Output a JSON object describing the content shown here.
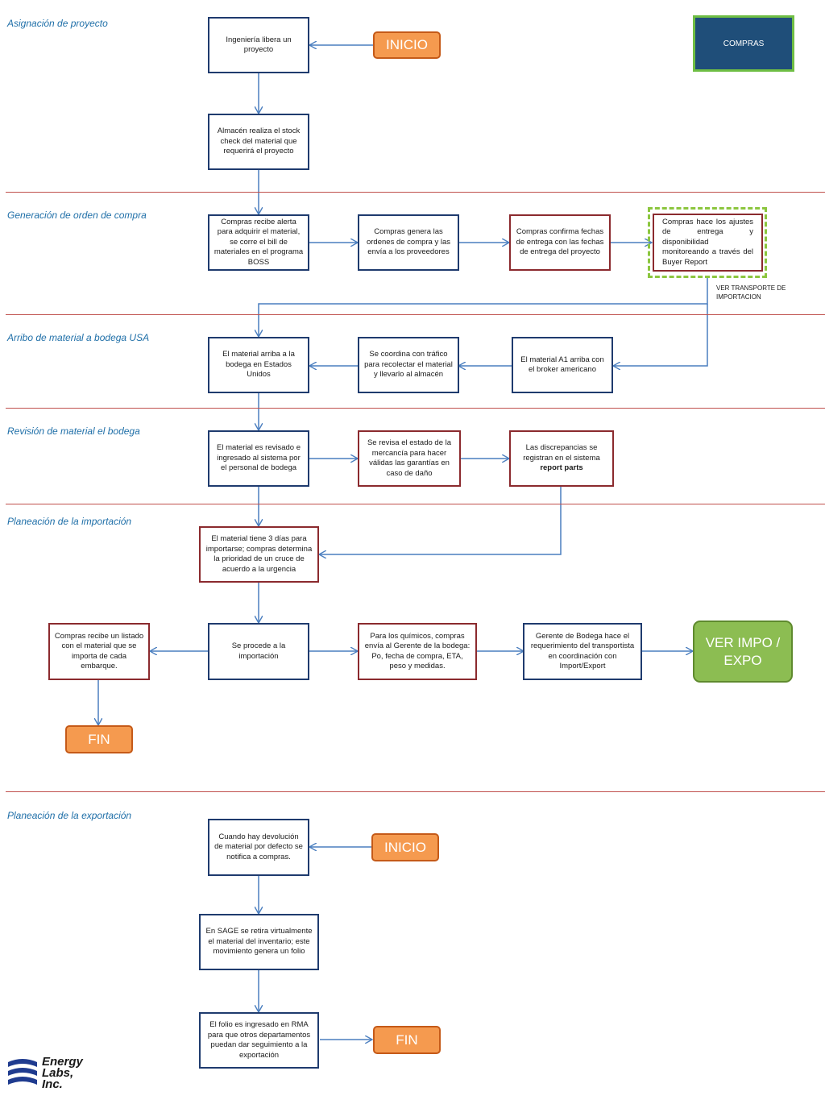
{
  "sections": [
    "Asignación de proyecto",
    "Generación de orden de compra",
    "Arribo de material a bodega USA",
    "Revisión de material el bodega",
    "Planeación de  la importación",
    "Planeación de  la exportación"
  ],
  "legend": {
    "compras": "COMPRAS"
  },
  "terminals": {
    "inicio_1": "INICIO",
    "inicio_2": "INICIO",
    "fin_1": "FIN",
    "fin_2": "FIN",
    "ver_impo_expo": "VER IMPO / EXPO"
  },
  "note": "VER TRANSPORTE DE IMPORTACION",
  "steps": {
    "ingenieria": "Ingeniería libera un proyecto",
    "almacen": "Almacén realiza el stock check del material que requerirá el proyecto",
    "alerta": "Compras recibe alerta para adquirir el material, se corre el bill de materiales en el programa BOSS",
    "ordenes": "Compras genera las ordenes de compra y las envía a los proveedores",
    "confirma": "Compras confirma fechas de entrega con las fechas de entrega del proyecto",
    "ajustes": "Compras hace los ajustes de entrega y disponibilidad monitoreando a través del Buyer Report",
    "arriba_usa": "El material arriba a la bodega en Estados Unidos",
    "coordina": "Se coordina con tráfico para recolectar el material y llevarlo al almacén",
    "broker": "El material A1 arriba con el broker americano",
    "revisado": "El material es revisado e ingresado al sistema por el personal de bodega",
    "revisa_estado": "Se revisa el estado de la mercancía para hacer válidas las garantías en caso de daño",
    "discrepancias": "Las discrepancias se registran en el sistema ",
    "discrepancias_bold": "report parts",
    "tres_dias": "El material tiene 3 días para importarse; compras determina la prioridad de un cruce de acuerdo a la urgencia",
    "listado": "Compras recibe un listado con el material que se importa de cada embarque.",
    "procede": "Se procede a la importación",
    "quimicos": "Para los químicos, compras envía al Gerente de la bodega: Po, fecha de compra, ETA, peso y medidas.",
    "gerente": "Gerente de Bodega hace el requerimiento del transportista en coordinación con Import/Export",
    "devolucion": "Cuando hay devolución de material por defecto se notifica a compras.",
    "sage": "En SAGE se retira virtualmente el material del inventario; este movimiento genera un folio",
    "folio": "El folio es ingresado en RMA para que otros departamentos puedan dar seguimiento a la exportación"
  },
  "logo": {
    "line1": "Energy",
    "line2": "Labs,",
    "line3": "Inc."
  },
  "colors": {
    "connector": "#4a7ebf",
    "process_border": "#1f3b6e",
    "purchase_border": "#8b2a2e",
    "terminal_fill": "#f59a4f",
    "link_fill": "#8cbd52",
    "section_text": "#1f6fa8",
    "divider": "#c0504d"
  }
}
